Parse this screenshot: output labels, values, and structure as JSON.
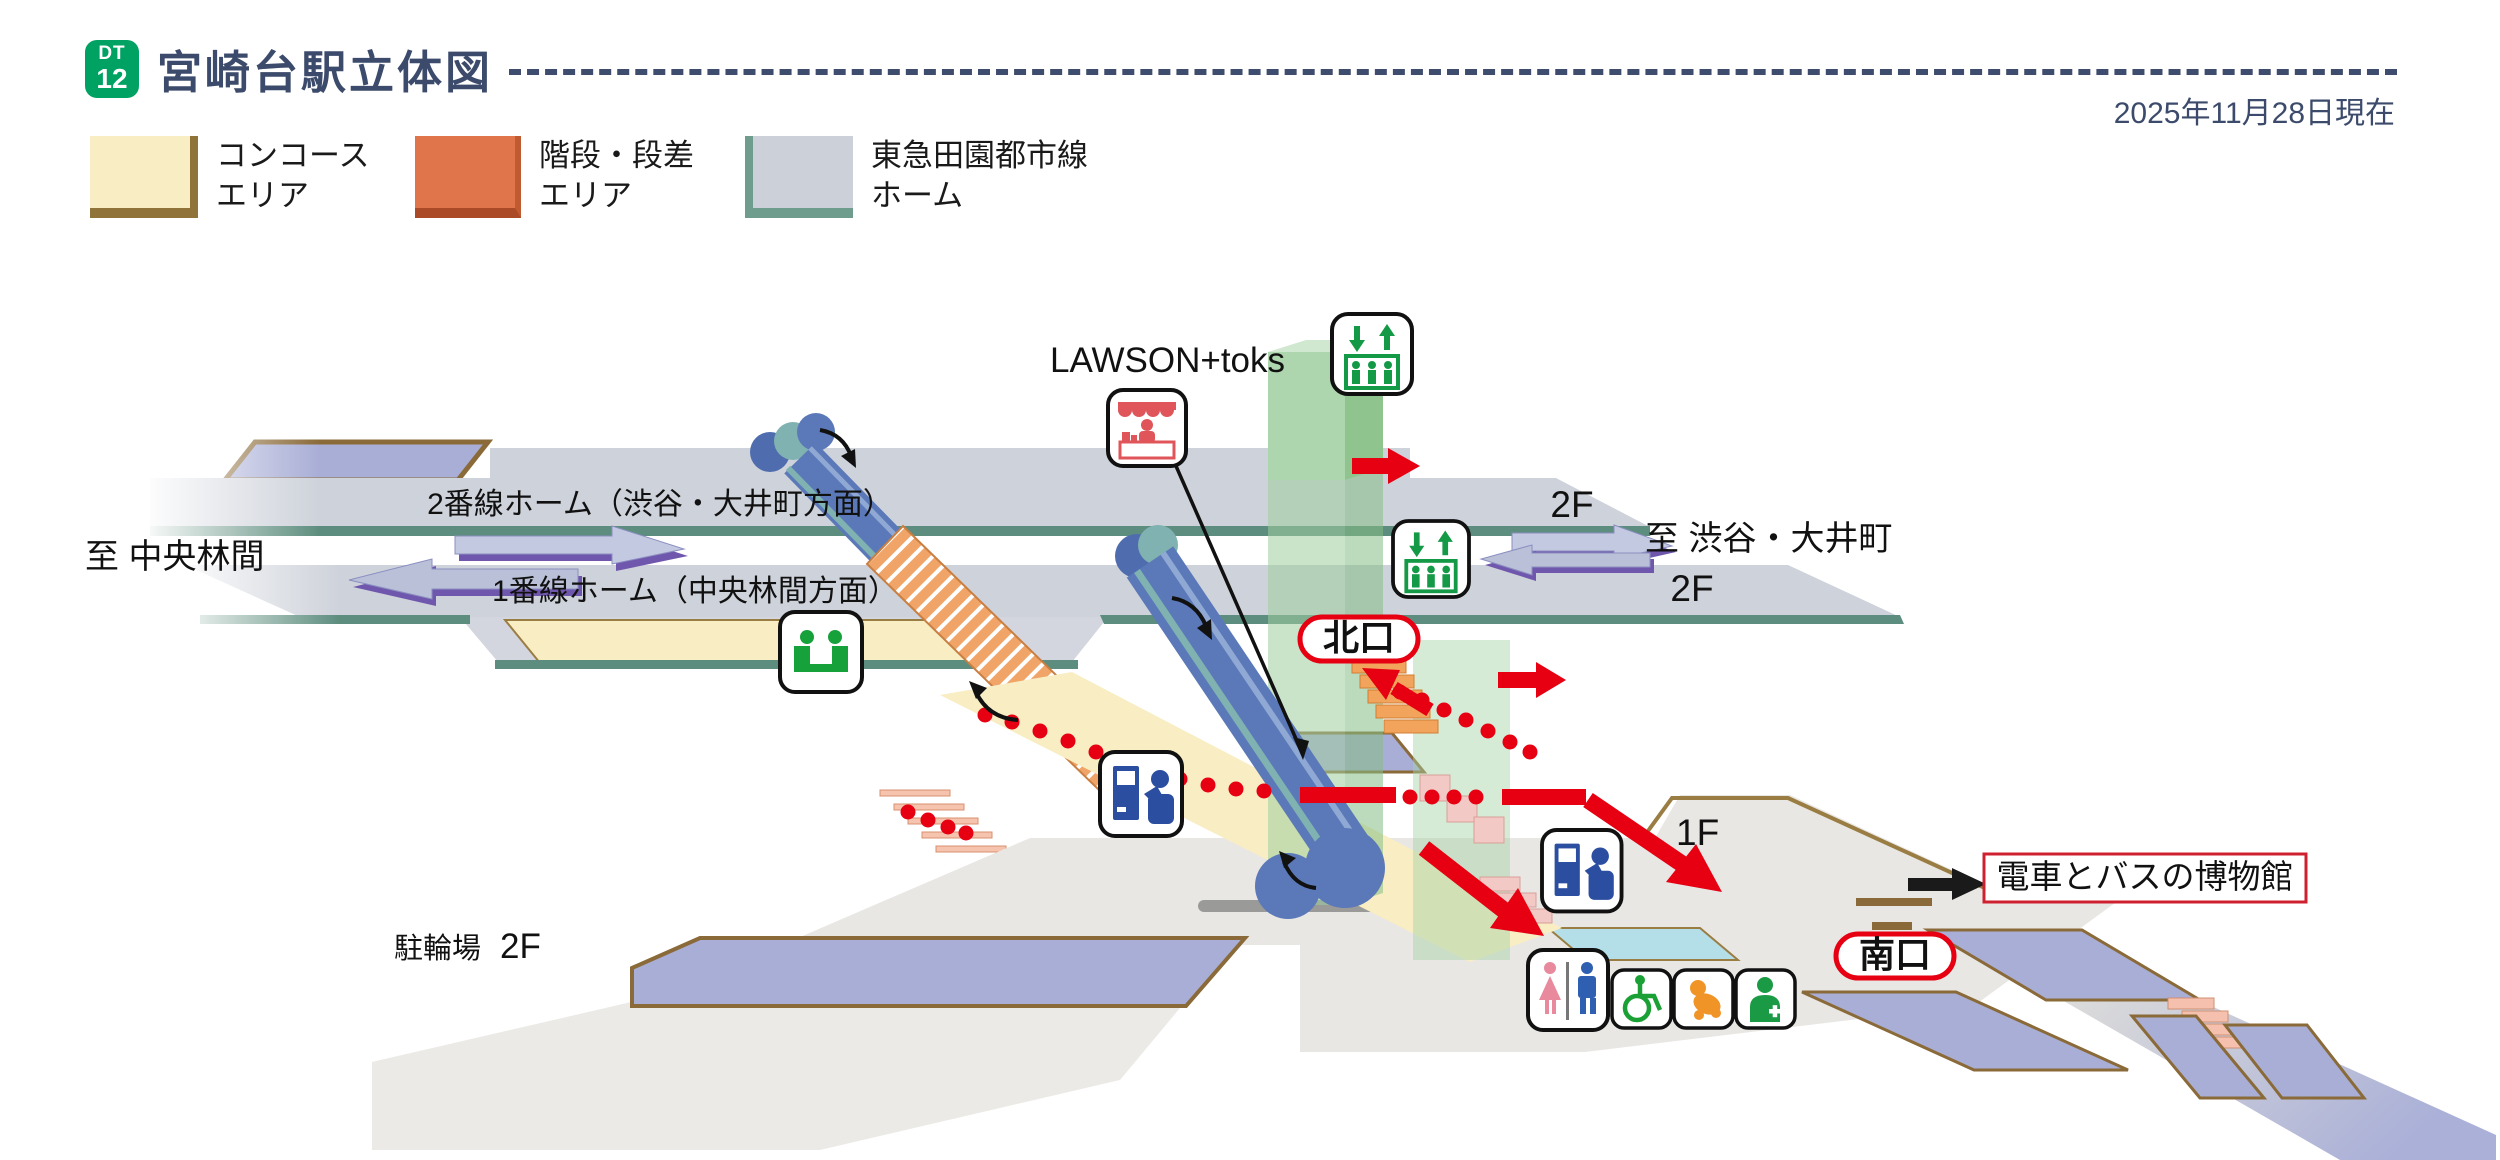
{
  "header": {
    "line_code": "DT",
    "station_number": "12",
    "title": "宮崎台駅立体図",
    "as_of_date": "2025年11月28日現在"
  },
  "legend": {
    "items": [
      {
        "line1": "コンコース",
        "line2": "エリア",
        "color": "#f8edc3",
        "edge": "#8f7339"
      },
      {
        "line1": "階段・段差",
        "line2": "エリア",
        "color": "#e0744a",
        "edge": "#aa4a26"
      },
      {
        "line1": "東急田園都市線",
        "line2": "ホーム",
        "color": "#ccd0d9",
        "edge": "#6f9d8d"
      }
    ]
  },
  "diagram": {
    "platform2_label": "2番線ホーム（渋谷・大井町方面）",
    "platform1_label": "1番線ホーム（中央林間方面）",
    "toward_left": "至 中央林間",
    "toward_right": "至 渋谷・大井町",
    "floor_p2": "2F",
    "floor_p1": "2F",
    "floor_1f": "1F",
    "north_exit": "北口",
    "south_exit": "南口",
    "museum_label": "電車とバスの博物館",
    "bicycle_label": "駐輪場",
    "bicycle_floor": "2F",
    "shop_label": "LAWSON+toks"
  },
  "facility_icons": [
    "elevator-icon",
    "elevator-icon",
    "store-icon",
    "ticket-machine-icon",
    "ticket-machine-icon",
    "waiting-room-icon",
    "restroom-icon",
    "accessible-restroom-icon",
    "baby-care-icon",
    "first-aid-icon"
  ],
  "colors": {
    "accent_red": "#e60012",
    "badge_green": "#00a263",
    "title_navy": "#3c4b6b",
    "platform_gray": "#ced2da",
    "platform_edge_teal": "#5d8d7e",
    "concourse_cream": "#f8edc3",
    "stairs_orange": "#f0a468",
    "elevator_green": "#aed6ae",
    "escalator_blue": "#5b79b8",
    "roof_lavender": "#a9aed6",
    "roof_edge_brown": "#8a6a38"
  }
}
